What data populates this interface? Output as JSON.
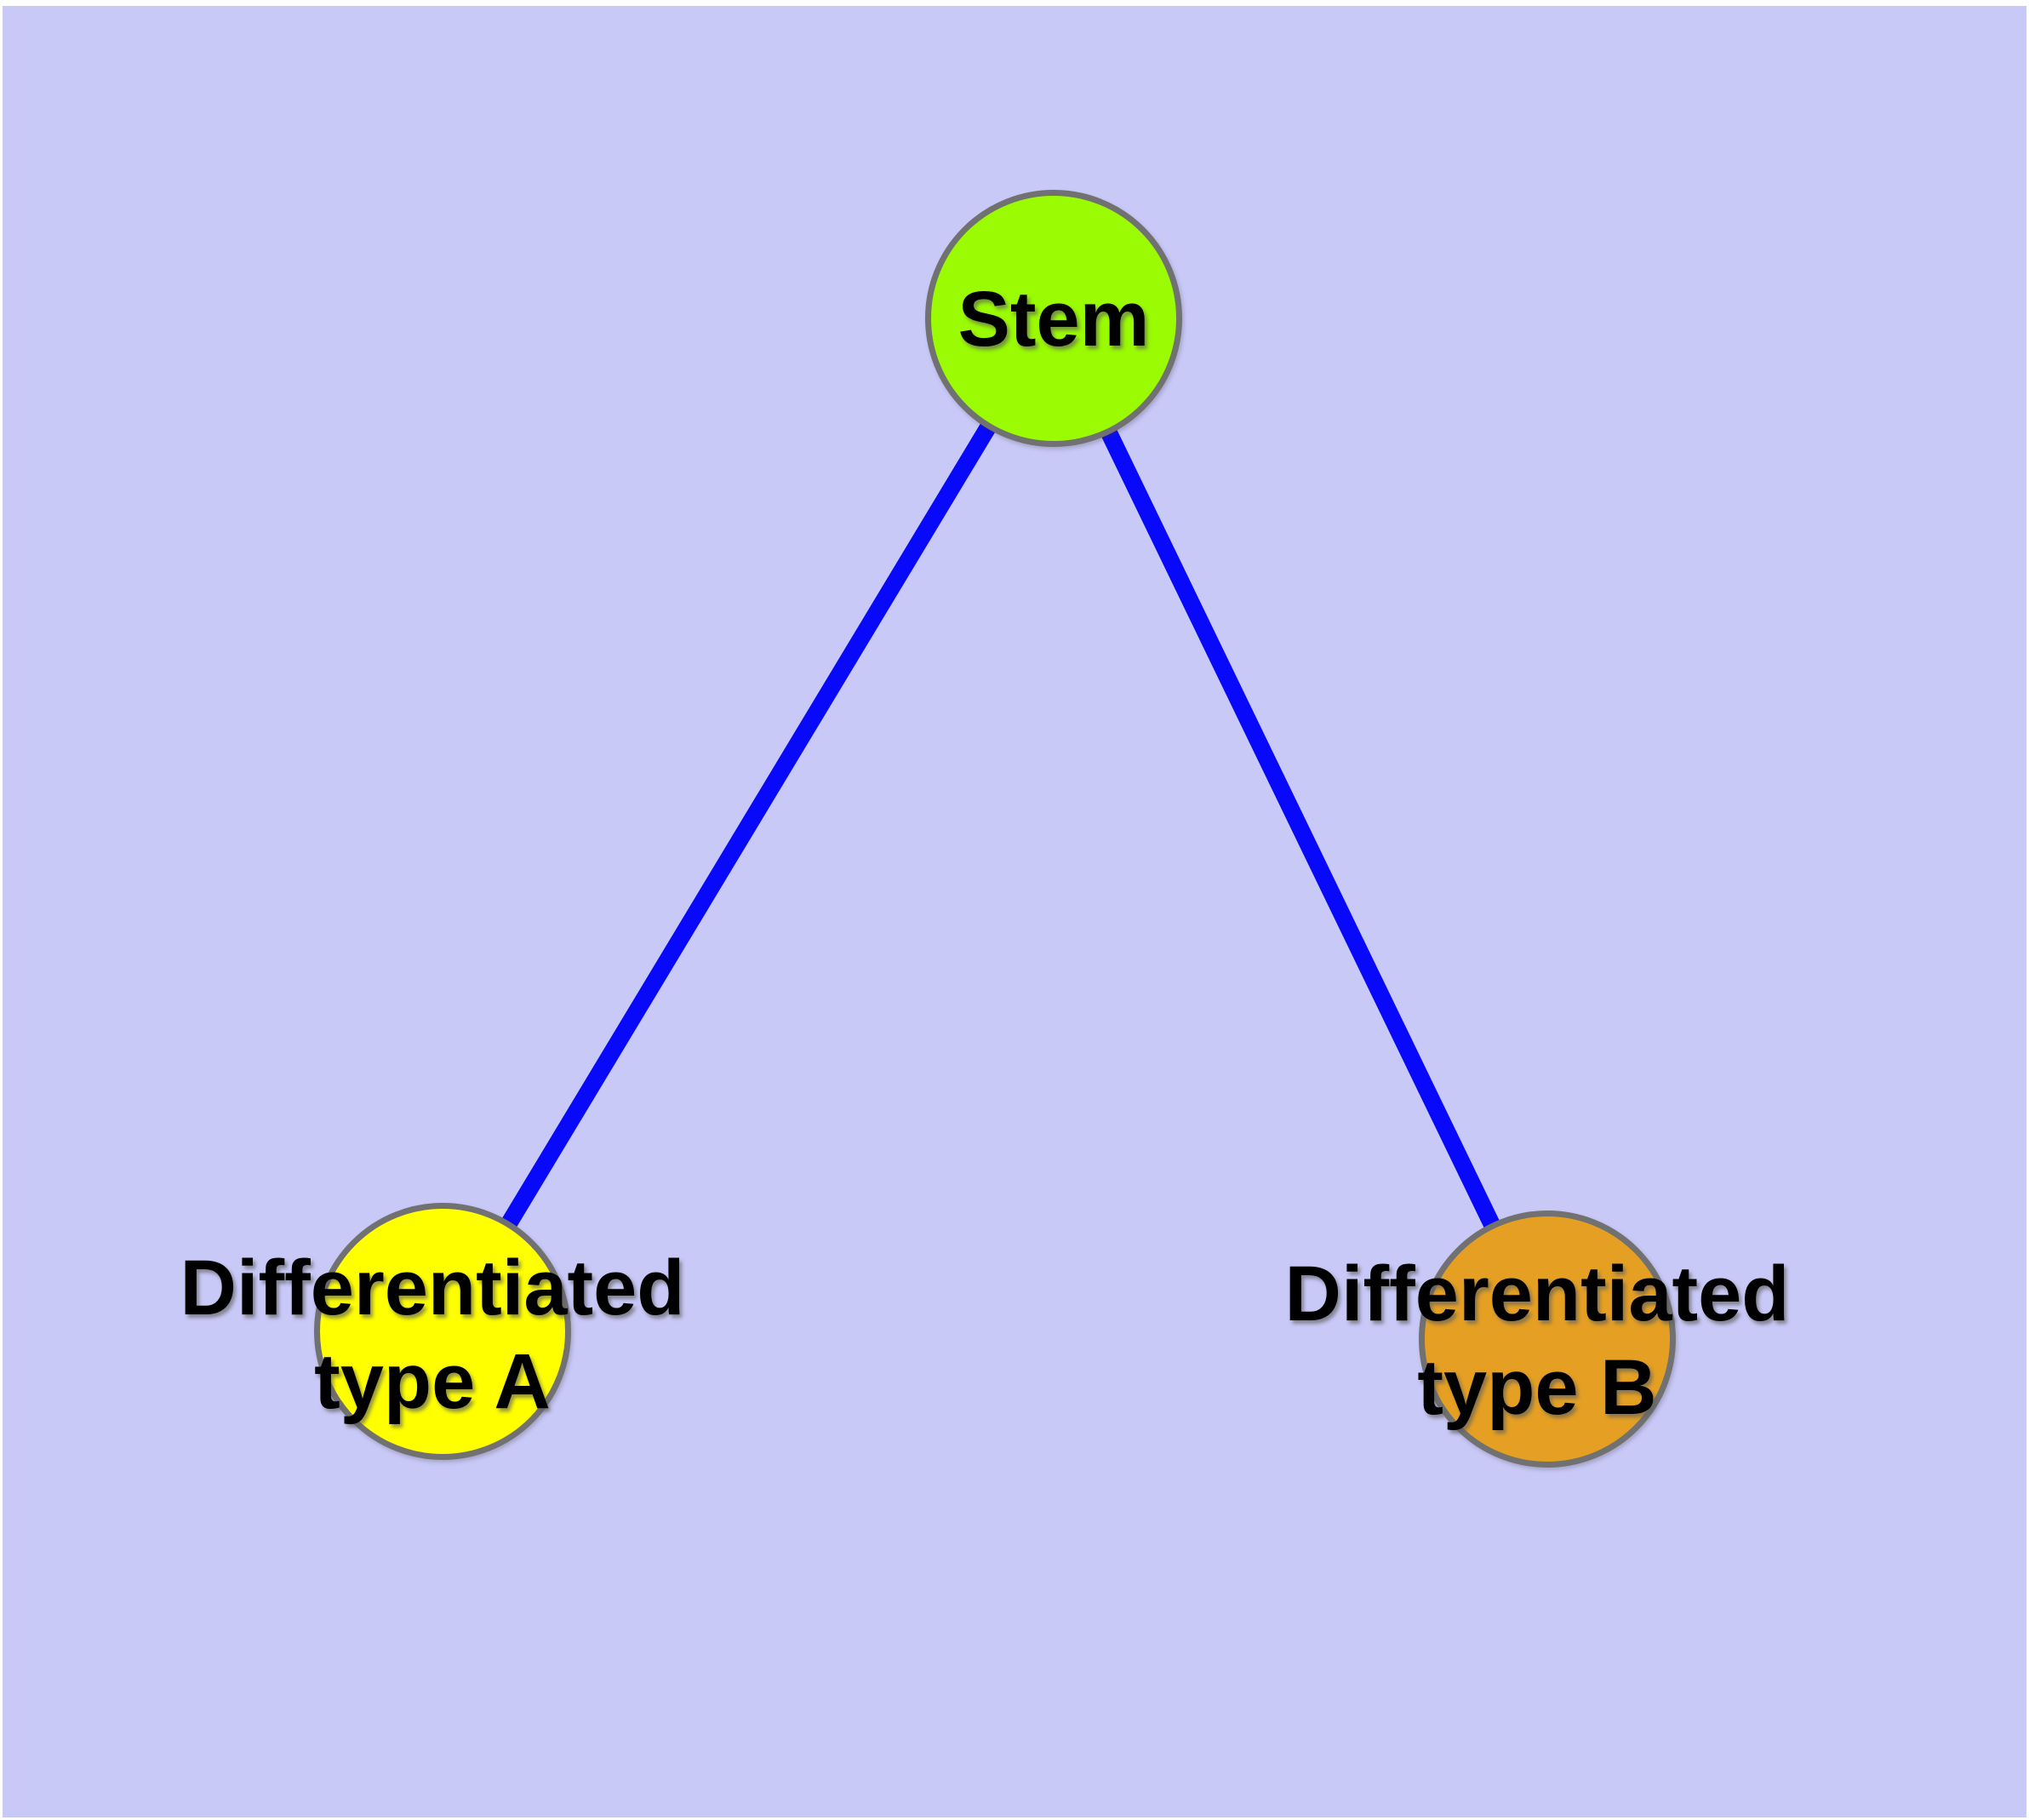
{
  "diagram": {
    "background_color": "#C9C9F8",
    "edge_color": "#0808FB",
    "node_border_color": "#717171",
    "text_color": "#000000",
    "nodes": [
      {
        "id": "stem",
        "label_lines": [
          "Stem"
        ],
        "fill_color": "#9AFB02"
      },
      {
        "id": "type-a",
        "label_lines": [
          "Differentiated",
          "type A"
        ],
        "fill_color": "#FFFF00"
      },
      {
        "id": "type-b",
        "label_lines": [
          "Differentiated",
          "type B"
        ],
        "fill_color": "#E5A023"
      }
    ],
    "edges": [
      {
        "from": "stem",
        "to": "type-a"
      },
      {
        "from": "stem",
        "to": "type-b"
      }
    ]
  }
}
